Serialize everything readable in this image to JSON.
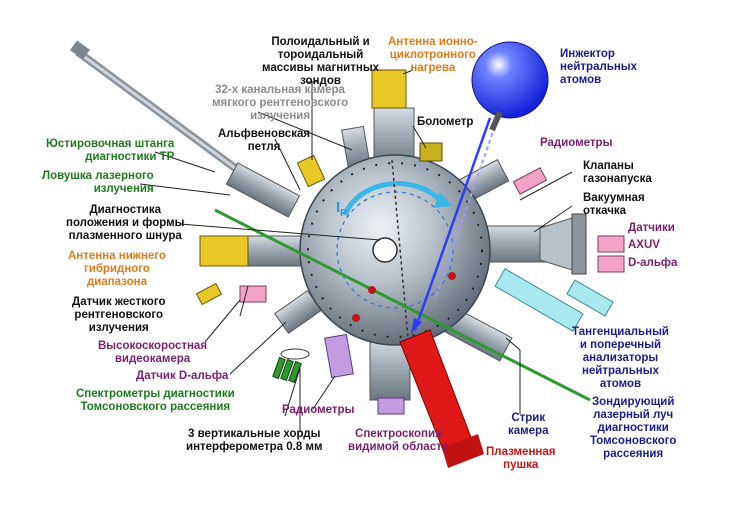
{
  "labels": {
    "poloidal": [
      "Полоидальный и",
      "тороидальный",
      "массивы магнитных",
      "зондов"
    ],
    "icr_antenna": [
      "Антенна ионно-",
      "циклотронного",
      "нагрева"
    ],
    "nbi": [
      "Инжектор",
      "нейтральных",
      "атомов"
    ],
    "sxr_camera": [
      "32-х канальная камера",
      "мягкого рентгеновского",
      "излучения"
    ],
    "bolometer": [
      "Болометр"
    ],
    "alfven": [
      "Альфвеновская",
      "петля"
    ],
    "radiometers_top": [
      "Радиометры"
    ],
    "tp_rod": [
      "Юстировочная штанга",
      "диагностики ТР"
    ],
    "laser_trap": [
      "Ловушка лазерного",
      "излучения"
    ],
    "valves": [
      "Клапаны",
      "газонапуска"
    ],
    "vacuum": [
      "Вакуумная",
      "откачка"
    ],
    "position_diag": [
      "Диагностика",
      "положения и формы",
      "плазменного шнура"
    ],
    "sensors": [
      "Датчики"
    ],
    "axuv": [
      "AXUV"
    ],
    "d_alpha_right": [
      "D-альфа"
    ],
    "lh_antenna": [
      "Антенна нижнего",
      "гибридного",
      "диапазона"
    ],
    "hxr": [
      "Датчик жесткого",
      "рентгеновского",
      "излучения"
    ],
    "tangential": [
      "Тангенциальный",
      "и поперечный",
      "анализаторы",
      "нейтральных",
      "атомов"
    ],
    "fast_camera": [
      "Высокоскоростная",
      "видеокамера"
    ],
    "d_alpha_left": [
      "Датчик D-альфа"
    ],
    "thomson_spectrometers": [
      "Спектрометры диагностики",
      "Томсоновского рассеяния"
    ],
    "radiometers_bottom": [
      "Радиометры"
    ],
    "streak": [
      "Стрик",
      "камера"
    ],
    "probe_beam": [
      "Зондирующий",
      "лазерный луч",
      "диагностики",
      "Томсоновского",
      "рассеяния"
    ],
    "chords": [
      "3 вертикальные хорды",
      "интерферометра 0.8 мм"
    ],
    "visible_spec": [
      "Спектроскопия",
      "видимой области"
    ],
    "plasma_gun": [
      "Плазменная",
      "пушка"
    ],
    "ip": "I",
    "ip_sub": "P"
  },
  "colors": {
    "black": "#111111",
    "grey": "#8c8c8c",
    "orange": "#e07b1a",
    "navy": "#1c1c8c",
    "purple": "#7a1f6e",
    "green": "#1f7a1f",
    "red": "#c81414",
    "sphere": "#a9b4bf",
    "ports": "#9aa4ae",
    "yellow": "#e8c826",
    "pink": "#f2a3c7",
    "lilac": "#c39be0",
    "cyan": "#a9e8ee",
    "ball": "#2a3cff",
    "beam_green": "#2e9a2e",
    "gun_red": "#e01818"
  }
}
